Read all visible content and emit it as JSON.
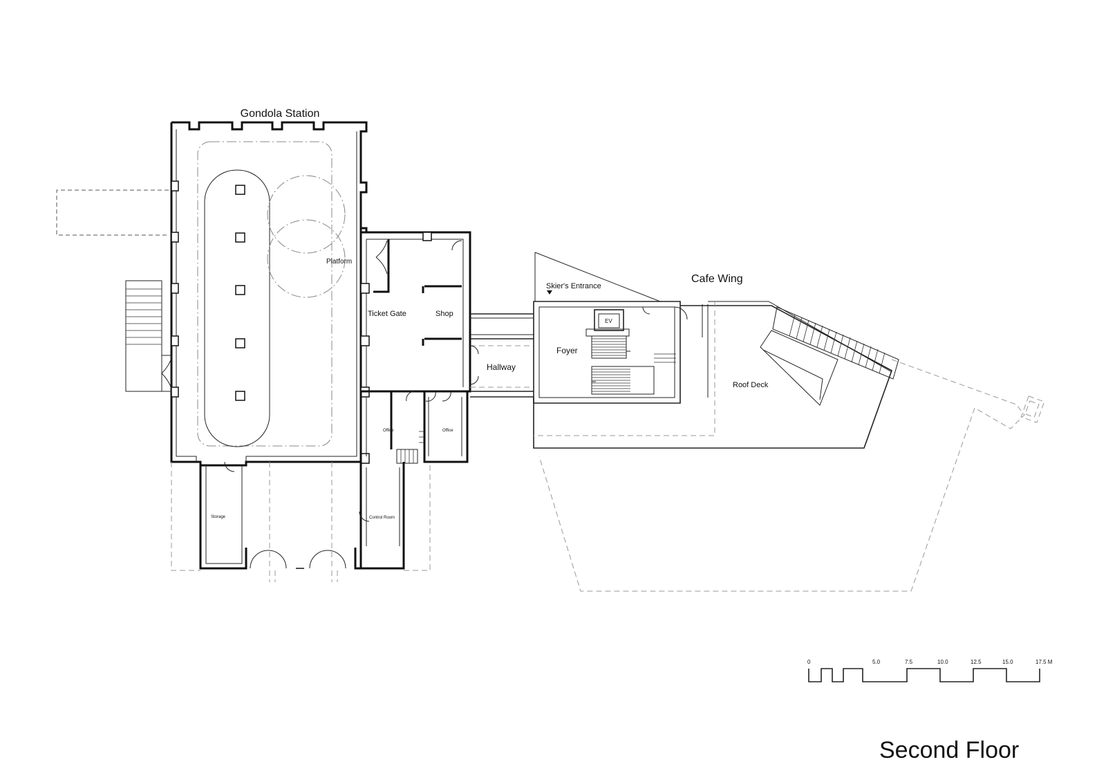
{
  "rooms": {
    "gondola_station": "Gondola Station",
    "platform": "Platform",
    "ticket_gate": "Ticket Gate",
    "shop": "Shop",
    "office_1": "Office",
    "office_2": "Office",
    "storage": "Storage",
    "control_room": "Control Room",
    "hallway": "Hallway",
    "cafe_wing": "Cafe Wing",
    "skiers_entrance": "Skier's Entrance",
    "foyer": "Foyer",
    "ev": "EV",
    "roof_deck": "Roof Deck"
  },
  "scale_bar": {
    "ticks": [
      "0",
      "5.0",
      "7.5",
      "10.0",
      "12.5",
      "15.0",
      "17.5 M"
    ]
  },
  "title": "Second Floor"
}
